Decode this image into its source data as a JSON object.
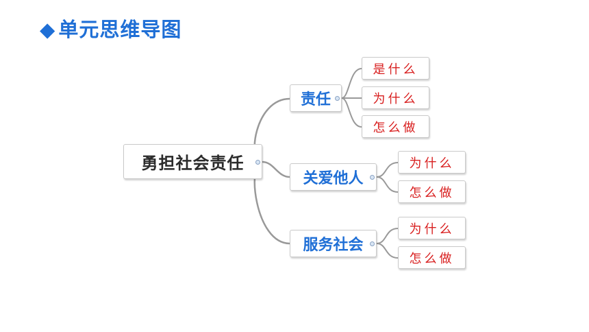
{
  "header": {
    "bullet": "◆",
    "title": "单元思维导图"
  },
  "mindmap": {
    "root": "勇担社会责任",
    "branches": [
      {
        "label": "责任",
        "children": [
          "是什么",
          "为什么",
          "怎么做"
        ]
      },
      {
        "label": "关爱他人",
        "children": [
          "为什么",
          "怎么做"
        ]
      },
      {
        "label": "服务社会",
        "children": [
          "为什么",
          "怎么做"
        ]
      }
    ]
  },
  "colors": {
    "title": "#1f6fd6",
    "root_text": "#2b2b2b",
    "branch_text": "#1f6fd6",
    "leaf_text": "#d81e1e",
    "connector": "#999999"
  }
}
